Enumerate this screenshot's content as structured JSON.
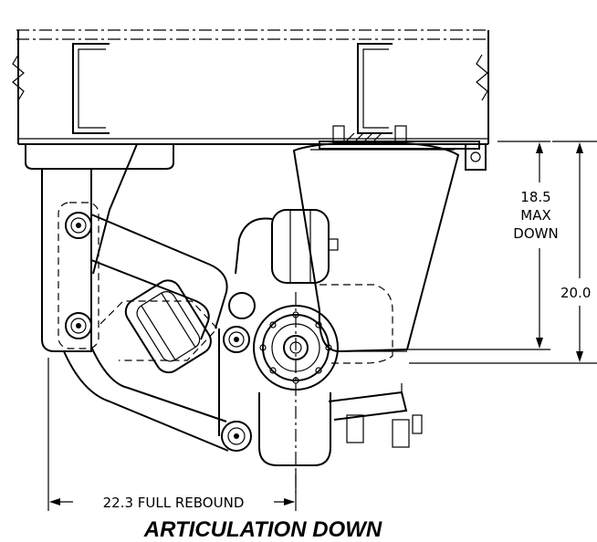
{
  "dimensions": {
    "max_down": [
      "18.5",
      "MAX",
      "DOWN"
    ],
    "overall": "20.0",
    "full_rebound": "22.3 FULL REBOUND"
  },
  "caption": "ARTICULATION DOWN"
}
